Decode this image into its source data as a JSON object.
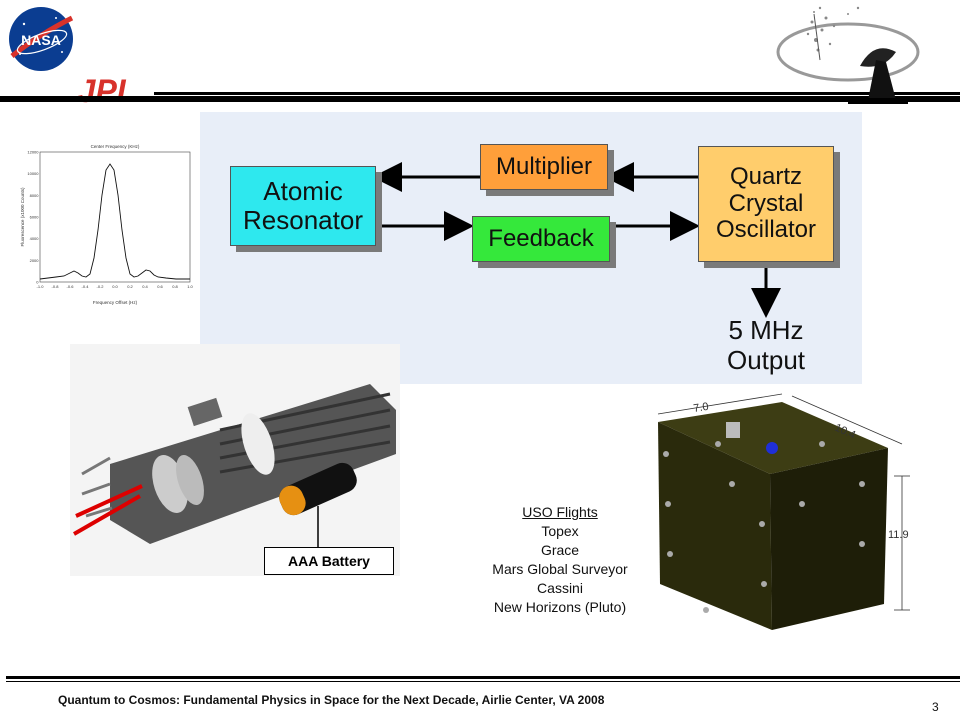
{
  "logos": {
    "jpl_text": "JPL",
    "nasa_text": "NASA"
  },
  "diagram": {
    "atomic_resonator": "Atomic Resonator",
    "multiplier": "Multiplier",
    "feedback": "Feedback",
    "oscillator": "Quartz Crystal Oscillator",
    "output": "5 MHz Output"
  },
  "spectrum_plot": {
    "title": "Center Frequency (KHz)",
    "xlabel": "Frequency Offset (Hz)",
    "ylabel": "Fluorescence (x1000 Counts)",
    "xticks": [
      "-1.0",
      "-0.8",
      "-0.6",
      "-0.4",
      "-0.2",
      "0.0",
      "0.2",
      "0.4",
      "0.6",
      "0.8",
      "1.0"
    ],
    "yticks": [
      "0",
      "2000",
      "4000",
      "6000",
      "8000",
      "10000",
      "12000"
    ]
  },
  "uso": {
    "dim_width": "7.0",
    "dim_depth": "10.4",
    "dim_height": "11.9",
    "flights_heading": "USO Flights",
    "flights": [
      "Topex",
      "Grace",
      "Mars Global Surveyor",
      "Cassini",
      "New Horizons (Pluto)"
    ]
  },
  "resonator_photo": {
    "battery_label": "AAA Battery"
  },
  "footer": {
    "text": "Quantum to Cosmos: Fundamental Physics in Space for the Next Decade, Airlie Center, VA 2008",
    "page_number": "3"
  },
  "colors": {
    "atomic": "#2ee8ee",
    "multiplier": "#ff9f3a",
    "feedback": "#35e83b",
    "oscillator": "#ffcd6c",
    "nasa_blue": "#0b3d91",
    "jpl_red": "#d8322b"
  }
}
